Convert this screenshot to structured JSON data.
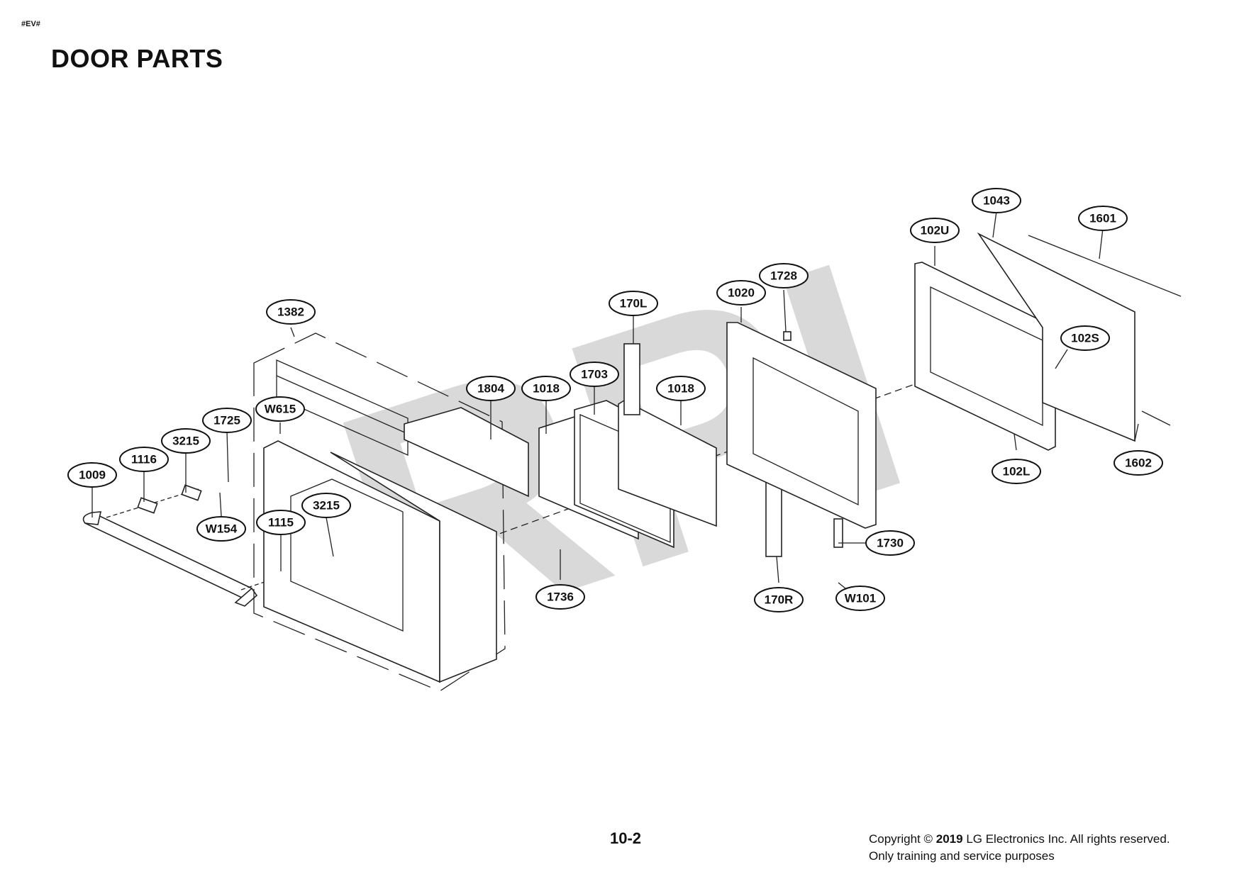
{
  "header": {
    "tag": "#EV#",
    "title": "DOOR PARTS"
  },
  "watermark": "RPI",
  "diagram": {
    "callouts": [
      "1382",
      "W615",
      "1725",
      "3215",
      "1116",
      "1009",
      "W154",
      "1115",
      "3215",
      "1804",
      "1018",
      "1703",
      "170L",
      "1018",
      "1736",
      "1020",
      "1728",
      "170R",
      "1730",
      "W101",
      "1043",
      "1601",
      "102U",
      "102S",
      "102L",
      "1602"
    ]
  },
  "footer": {
    "page_number": "10-2",
    "copyright_prefix": "Copyright ©",
    "copyright_year": "2019",
    "copyright_suffix": "LG Electronics Inc. All rights reserved.",
    "usage_note": "Only training and service purposes"
  },
  "colors": {
    "line": "#222222",
    "watermark": "#d9d9d9",
    "background": "#ffffff"
  }
}
